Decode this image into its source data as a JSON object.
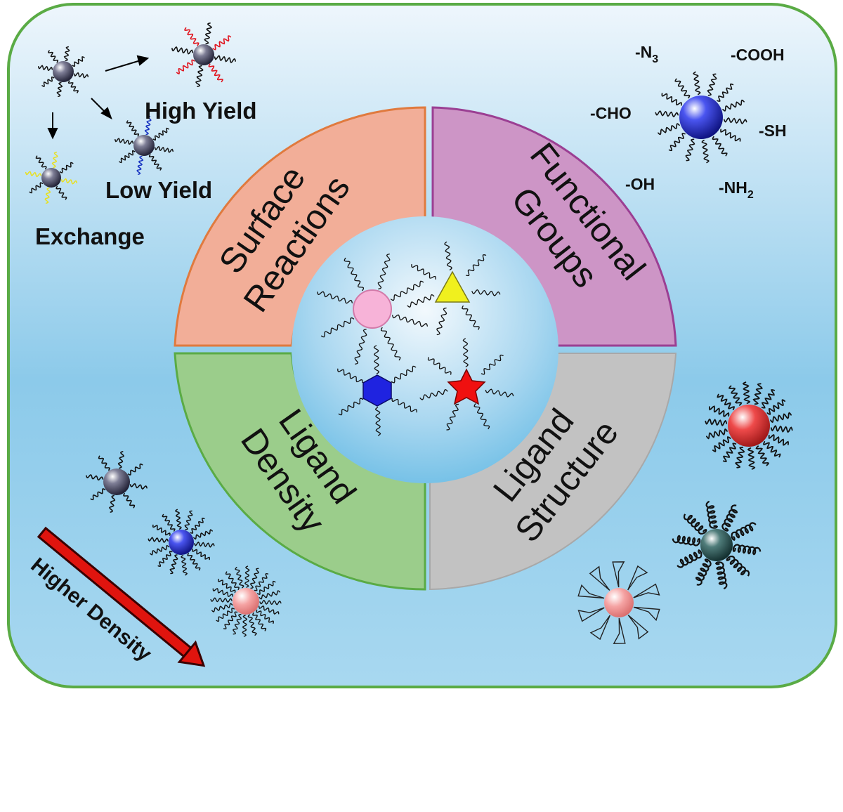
{
  "quadrants": {
    "surface": {
      "line1": "Surface",
      "line2": "Reactions",
      "fill": "#f2ae98",
      "stroke": "#e07a3e"
    },
    "functional": {
      "line1": "Functional",
      "line2": "Groups",
      "fill": "#cd95c6",
      "stroke": "#9b3f93"
    },
    "density": {
      "line1": "Ligand",
      "line2": "Density",
      "fill": "#9bcd8b",
      "stroke": "#5aab45"
    },
    "structure": {
      "line1": "Ligand",
      "line2": "Structure",
      "fill": "#c2c2c2",
      "stroke": "#a8a8a8"
    }
  },
  "exchange": {
    "high_yield": "High Yield",
    "low_yield": "Low Yield",
    "exchange": "Exchange"
  },
  "groups": {
    "n3_main": "-N",
    "n3_sub": "3",
    "cooh": "-COOH",
    "cho": "-CHO",
    "sh": "-SH",
    "oh": "-OH",
    "nh2_main": "-NH",
    "nh2_sub": "2"
  },
  "density_arrow": "Higher Density",
  "colors": {
    "frame_border": "#5aab45",
    "bg_top": "#eaf4fb",
    "bg_bottom": "#7cc0e6",
    "arrow_red": "#e0140e"
  }
}
